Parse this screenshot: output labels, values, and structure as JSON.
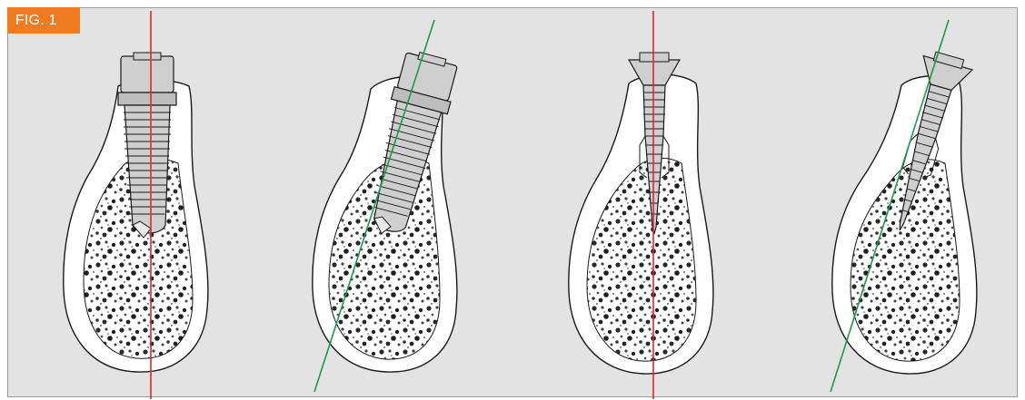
{
  "figure": {
    "label": "FIG. 1"
  },
  "colors": {
    "panel_background": "#e3e3e3",
    "label_background": "#ee7d22",
    "vertical_axis_line": "#e0262b",
    "angled_axis_line": "#1b9a4b",
    "implant_fill": "#cfcfcf"
  },
  "panels": [
    {
      "implant": "cylindrical-threaded-implant",
      "axis": "vertical"
    },
    {
      "implant": "cylindrical-threaded-implant",
      "axis": "angled"
    },
    {
      "implant": "tapered-implant",
      "axis": "vertical"
    },
    {
      "implant": "tapered-implant",
      "axis": "angled"
    }
  ]
}
